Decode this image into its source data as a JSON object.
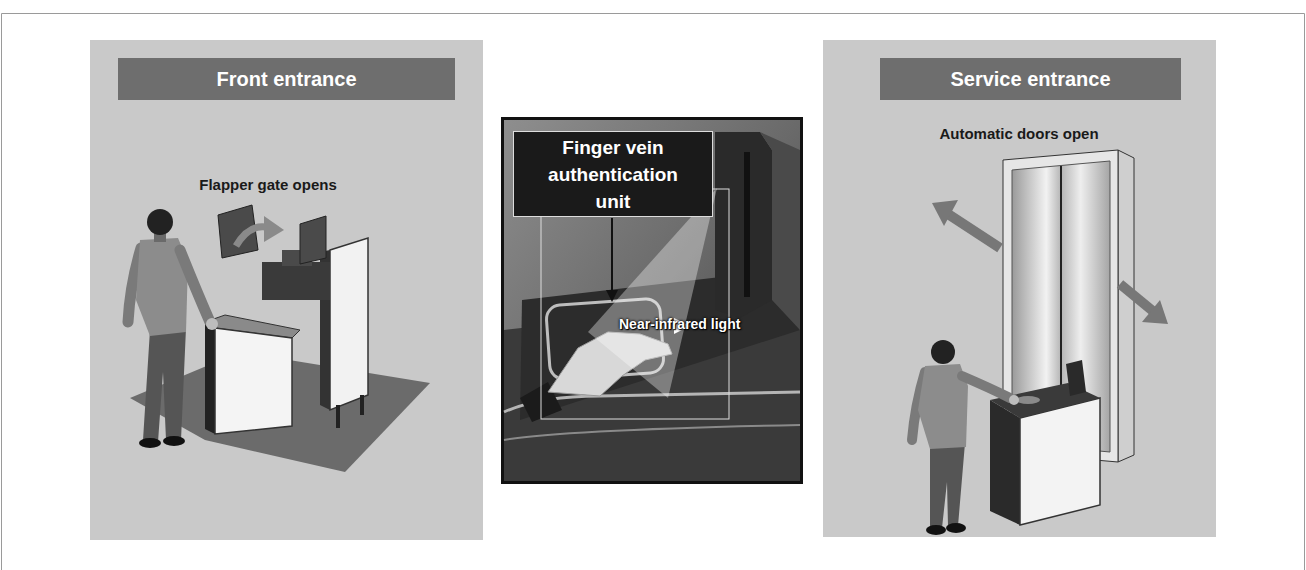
{
  "diagram": {
    "nodes": [
      {
        "text": [
          "Flapper gate opens"
        ]
      },
      {
        "text": [
          "Front entrance"
        ],
        "in": 0
      },
      {
        "text": [
          "Near-infrared light"
        ]
      },
      {
        "text": [
          "Finger vein authentication unit"
        ],
        "in": 2
      },
      {
        "text": [
          "Automatic doors open"
        ]
      },
      {
        "text": [
          "Service entrance"
        ],
        "in": 4
      }
    ]
  }
}
